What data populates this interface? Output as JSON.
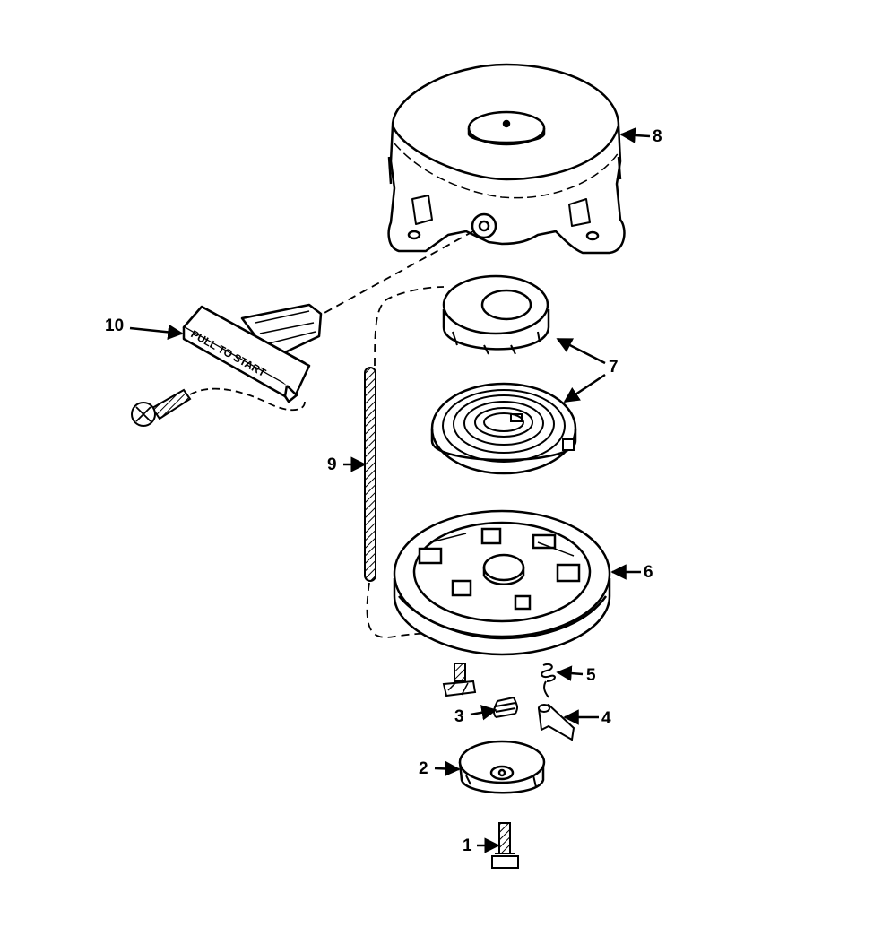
{
  "diagram": {
    "handle_label": "PULL TO START",
    "callouts": [
      {
        "id": "1",
        "text": "1"
      },
      {
        "id": "2",
        "text": "2"
      },
      {
        "id": "3",
        "text": "3"
      },
      {
        "id": "4",
        "text": "4"
      },
      {
        "id": "5",
        "text": "5"
      },
      {
        "id": "6",
        "text": "6"
      },
      {
        "id": "7",
        "text": "7"
      },
      {
        "id": "8",
        "text": "8"
      },
      {
        "id": "9",
        "text": "9"
      },
      {
        "id": "10",
        "text": "10"
      }
    ],
    "line_color": "#000000",
    "background": "#ffffff"
  }
}
